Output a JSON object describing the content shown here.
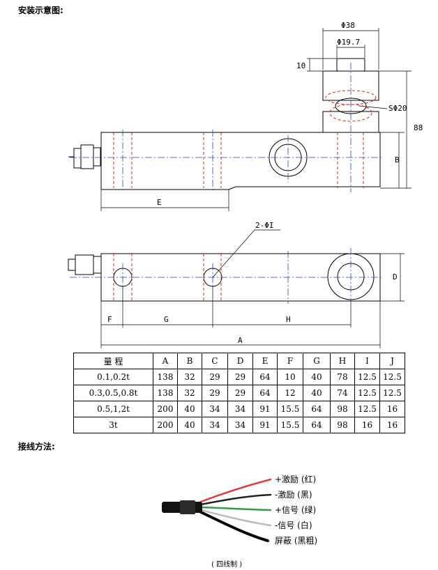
{
  "headings": {
    "install": "安装示意图:",
    "wiring": "接线方法:"
  },
  "dims": {
    "phi38": "Φ38",
    "phi19_7": "Φ19.7",
    "d10": "10",
    "sphi20": "SΦ20",
    "d88": "88",
    "B": "B",
    "E": "E",
    "hole": "2-ΦI",
    "D": "D",
    "F": "F",
    "G": "G",
    "H": "H",
    "A": "A"
  },
  "table": {
    "headers": [
      "量  程",
      "A",
      "B",
      "C",
      "D",
      "E",
      "F",
      "G",
      "H",
      "I",
      "J"
    ],
    "rows": [
      [
        "0.1,0.2t",
        "138",
        "32",
        "29",
        "29",
        "64",
        "10",
        "40",
        "78",
        "12.5",
        "12.5"
      ],
      [
        "0.3,0.5,0.8t",
        "138",
        "32",
        "29",
        "29",
        "64",
        "12",
        "40",
        "74",
        "12.5",
        "12.5"
      ],
      [
        "0.5,1,2t",
        "200",
        "40",
        "34",
        "34",
        "91",
        "15.5",
        "64",
        "98",
        "12.5",
        "16"
      ],
      [
        "3t",
        "200",
        "40",
        "34",
        "34",
        "91",
        "15.5",
        "64",
        "98",
        "16",
        "16"
      ]
    ]
  },
  "wires": [
    {
      "label": "+激励 (红)",
      "color": "#e63a3a"
    },
    {
      "label": "-激励 (黑)",
      "color": "#222222"
    },
    {
      "label": "+信号 (绿)",
      "color": "#3a9a4a"
    },
    {
      "label": "-信号 (白)",
      "color": "#cccccc"
    },
    {
      "label": "屏蔽 (黑粗)",
      "color": "#000000"
    }
  ],
  "caption": "( 四线制 )"
}
